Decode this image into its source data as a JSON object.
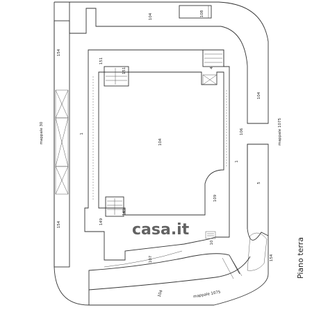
{
  "plan": {
    "caption": "Piano terra",
    "watermark": "casa.it",
    "rooms": {
      "main_hall": "104",
      "corridor_left": "1",
      "corridor_right": "1",
      "top_strip": "104",
      "top_box": "108",
      "left_top_strip": "154",
      "left_bottom_strip": "154",
      "stair_top_left_a": "151",
      "stair_top_left_b": "151",
      "stair_top_right": "4",
      "right_wall": "106",
      "right_outer_top": "104",
      "right_outer_bottom": "5",
      "curved_room": "109",
      "small_room": "10",
      "bottom_stair_a": "149",
      "bottom_stair_b": "149",
      "bottom_ramp": "107",
      "bottom_strip": "104",
      "bottom_right_corner": "154"
    },
    "mappale_left": "mappale 30",
    "mappale_right": "mappale 1075",
    "mappale_bottom": "mappale 1075"
  }
}
